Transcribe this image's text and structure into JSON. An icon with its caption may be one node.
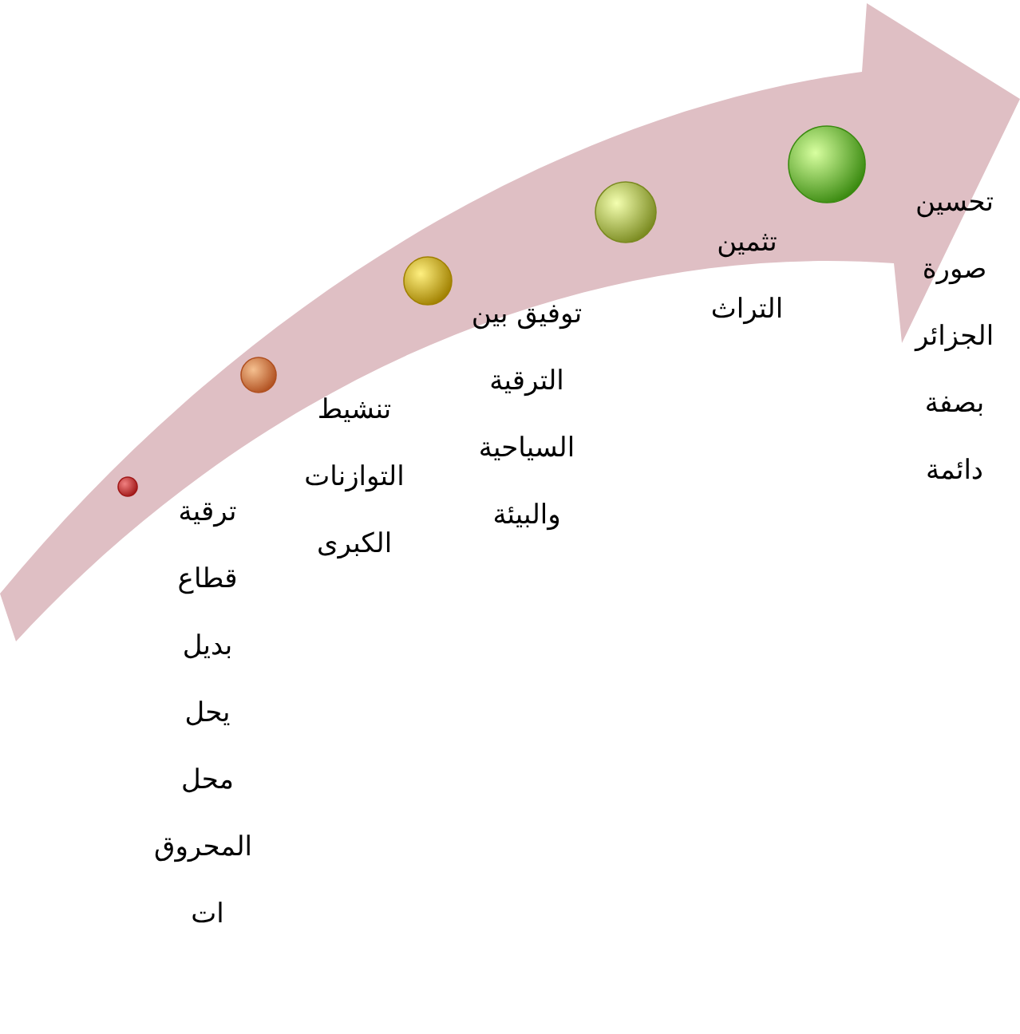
{
  "diagram": {
    "labels": [
      "ترقية قطاع بديل يحل محل المحروق ات",
      "تنشيط التوازنات الكبرى",
      "توفيق بين الترقية السياحية والبيئة",
      "تثمين التراث",
      "تحسين صورة الجزائر بصفة دائمة"
    ]
  }
}
